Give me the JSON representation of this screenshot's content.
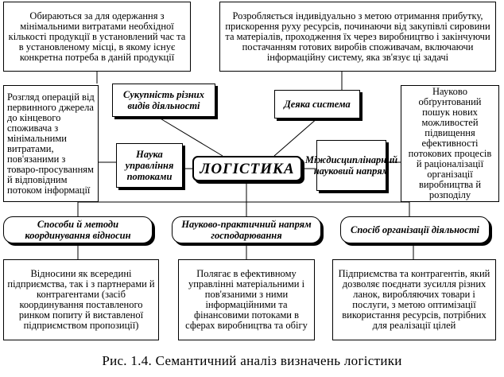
{
  "top_left": {
    "description": "Обираються за для одержання з мінімальними витратами необхідної кількості продукції в установлений час та в установленому місці, в якому існує конкретна потреба в даній продукції",
    "category": "Сукупність різних видів діяльності"
  },
  "top_right": {
    "description": "Розробляється індивідуально з метою отримання прибутку, прискорення руху ресурсів, починаючи від закупівлі сировини та матеріалів, проходження їх через виробництво і закінчуючи постачанням готових виробів споживачам, включаючи інформаційну систему, яка зв'язує ці задачі",
    "category": "Деяка система"
  },
  "middle_left": {
    "description": "Розгляд операцій від первинного джерела до кінцевого споживача з мінімальними витратами, пов'язаними з товаро-просуванням й відповідним потоком інформації",
    "category": "Наука управління потоками"
  },
  "middle_right": {
    "description": "Науково обґрунтований пошук нових можливостей підвищення ефективності потокових процесів й раціоналізації організації виробництва й розподілу",
    "category": "Міждисциплінарний науковий напрям"
  },
  "center": {
    "label": "ЛОГІСТИКА"
  },
  "bottom": [
    {
      "category": "Способи й методи координування відносин",
      "description": "Відносини як всередині підприємства, так і з партнерами й контрагентами (засіб координування поставленого ринком попиту й виставленої підприємством пропозиції)"
    },
    {
      "category": "Науково-практичний напрям господарювання",
      "description": "Полягає в ефективному управлінні матеріальними і пов'язаними з ними інформаційними та фінансовими потоками в сферах виробництва та обігу"
    },
    {
      "category": "Спосіб організації діяльності",
      "description": "Підприємства та контрагентів, який дозволяє поєднати зусилля різних ланок, виробляючих товари і послуги, з метою оптимізації використання ресурсів, потрібних для реалізації цілей"
    }
  ],
  "caption": "Рис. 1.4. Семантичний аналіз визначень логістики"
}
